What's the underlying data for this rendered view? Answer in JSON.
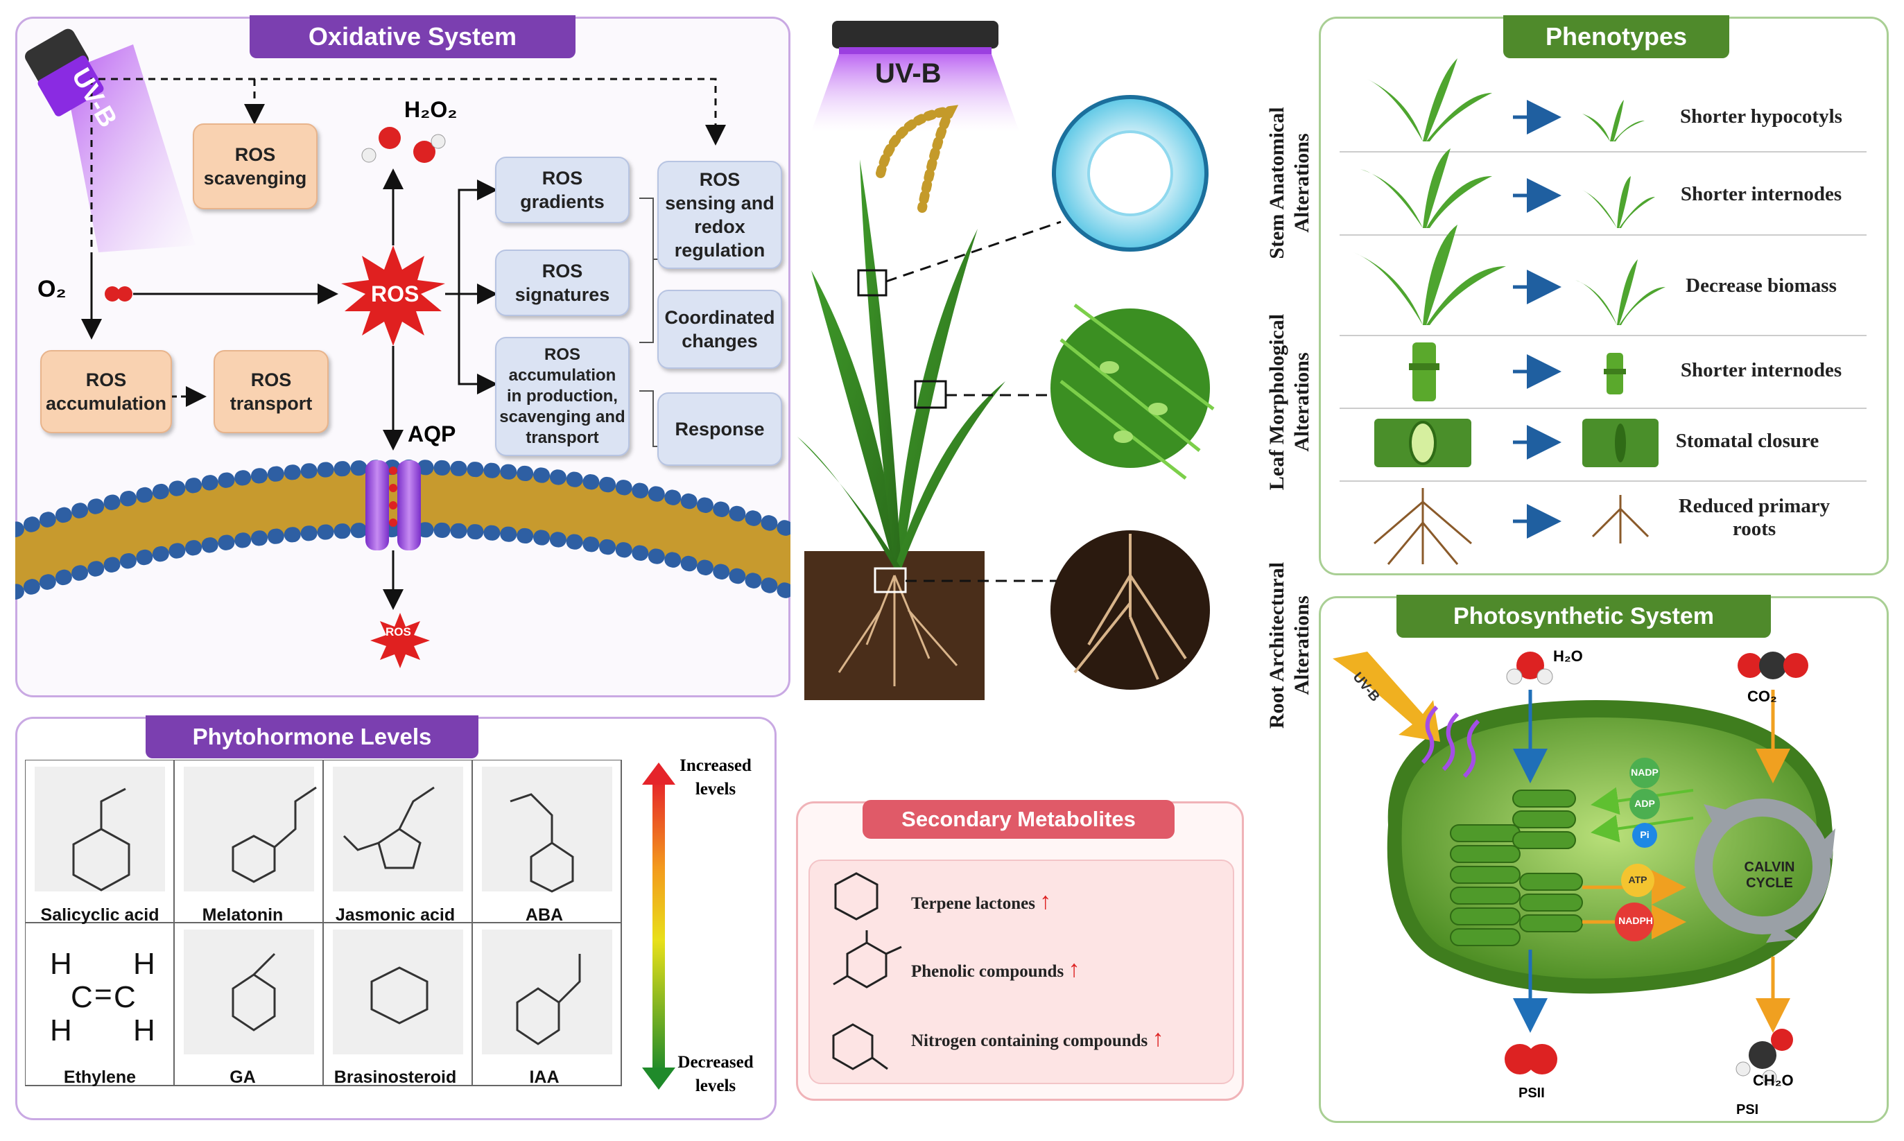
{
  "oxidative": {
    "title": "Oxidative System",
    "uvb": "UV-B",
    "o2": "O₂",
    "h2o2": "H₂O₂",
    "ros": "ROS",
    "ros_small": "ROS",
    "aqp": "AQP",
    "boxes": {
      "scavenging": "ROS scavenging",
      "accumulation": "ROS accumulation",
      "transport": "ROS transport",
      "gradients": "ROS gradients",
      "signatures": "ROS signatures",
      "accum_prod": "ROS accumulation in production, scavenging and transport",
      "sensing": "ROS sensing and redox regulation",
      "coordinated": "Coordinated changes",
      "response": "Response"
    }
  },
  "plant": {
    "uvb": "UV-B",
    "stem_label": "Stem Anatomical Alterations",
    "leaf_label": "Leaf Morphological Alterations",
    "root_label": "Root Architectural Alterations"
  },
  "phenotypes": {
    "title": "Phenotypes",
    "rows": [
      "Shorter hypocotyls",
      "Shorter internodes",
      "Decrease biomass",
      "Shorter internodes",
      "Stomatal closure",
      "Reduced primary roots"
    ]
  },
  "phytohormone": {
    "title": "Phytohormone Levels",
    "cells": [
      "Salicyclic acid",
      "Melatonin",
      "Jasmonic acid",
      "ABA",
      "Ethylene",
      "GA",
      "Brasinosteroid",
      "IAA"
    ],
    "increased": "Increased levels",
    "decreased": "Decreased levels",
    "ethylene_atoms": {
      "h": "H",
      "c": "C"
    }
  },
  "secondary": {
    "title": "Secondary Metabolites",
    "items": [
      "Terpene lactones",
      "Phenolic compounds",
      "Nitrogen containing compounds"
    ],
    "arrow": "↑"
  },
  "photosynthetic": {
    "title": "Photosynthetic System",
    "uvb": "UV-B",
    "h2o": "H₂O",
    "co2": "CO₂",
    "calvin": "CALVIN CYCLE",
    "nadp": "NADP",
    "adp": "ADP",
    "pi": "Pi",
    "atp": "ATP",
    "nadph": "NADPH",
    "psii": "PSII",
    "psi": "PSI",
    "ch2o": "CH₂O"
  },
  "colors": {
    "purple": "#7b3fb0",
    "green_title": "#4f8a2b",
    "pink_title": "#e05a68",
    "ros_red": "#e02020"
  }
}
